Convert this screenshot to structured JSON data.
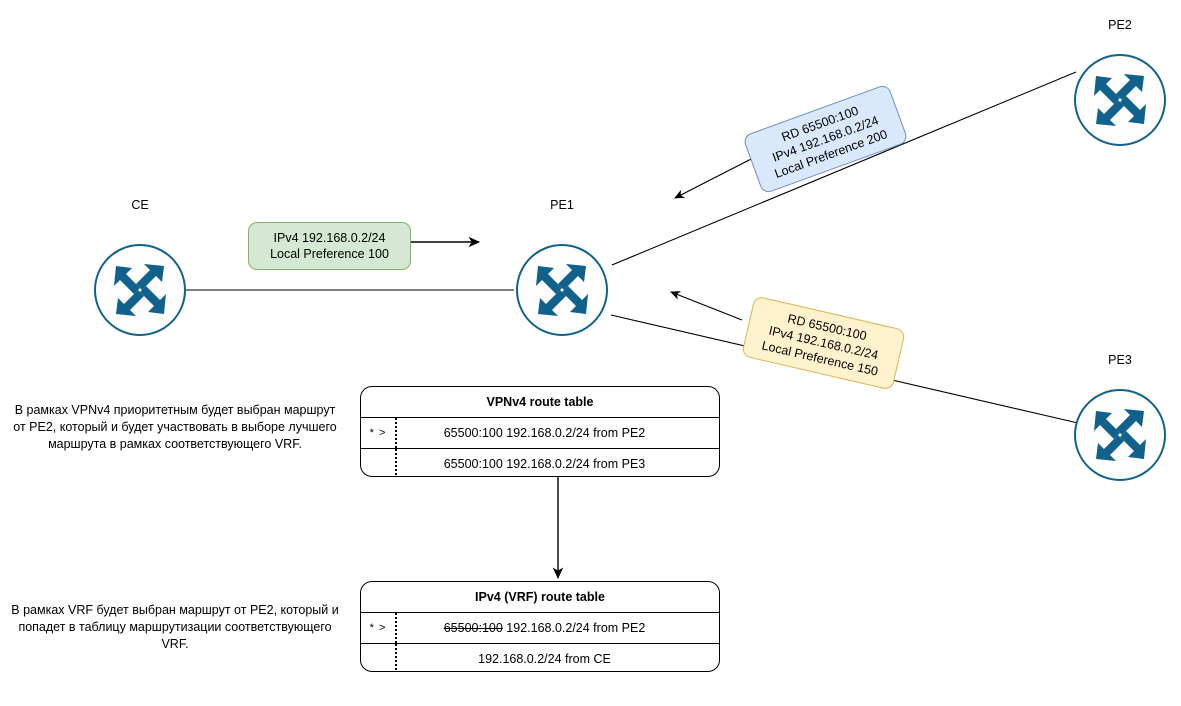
{
  "diagram": {
    "title": "MPLS L3VPN VPNv4 route selection diagram",
    "colors": {
      "router_stroke": "#10618b",
      "green_fill": "#d5e8d4",
      "green_stroke": "#82b366",
      "blue_fill": "#dae8fc",
      "blue_stroke": "#6c8ebf",
      "yellow_fill": "#fff2cc",
      "yellow_stroke": "#d6b656",
      "edge": "#000000"
    }
  },
  "nodes": [
    {
      "id": "ce",
      "label": "CE",
      "icon": "router-icon"
    },
    {
      "id": "pe1",
      "label": "PE1",
      "icon": "router-icon"
    },
    {
      "id": "pe2",
      "label": "PE2",
      "icon": "router-icon"
    },
    {
      "id": "pe3",
      "label": "PE3",
      "icon": "router-icon"
    }
  ],
  "callouts": {
    "ce_update": {
      "line1": "IPv4 192.168.0.2/24",
      "line2": "Local Preference 100"
    },
    "pe2_update": {
      "line1": "RD 65500:100",
      "line2": "IPv4 192.168.0.2/24",
      "line3": "Local Preference 200"
    },
    "pe3_update": {
      "line1": "RD 65500:100",
      "line2": "IPv4 192.168.0.2/24",
      "line3": "Local Preference 150"
    }
  },
  "tables": {
    "vpnv4": {
      "title": "VPNv4 route table",
      "rows": [
        {
          "mark": "* >",
          "text": "65500:100 192.168.0.2/24 from PE2",
          "strike_prefix": ""
        },
        {
          "mark": "",
          "text": "65500:100 192.168.0.2/24 from PE3",
          "strike_prefix": ""
        }
      ]
    },
    "vrf": {
      "title": "IPv4 (VRF) route table",
      "rows": [
        {
          "mark": "* >",
          "text": "192.168.0.2/24 from PE2",
          "strike_prefix": "65500:100"
        },
        {
          "mark": "",
          "text": "192.168.0.2/24 from CE",
          "strike_prefix": ""
        }
      ]
    }
  },
  "notes": {
    "vpnv4_note": "В рамках VPNv4 приоритетным будет выбран маршрут\nот PE2, который и будет участвовать в выборе лучшего\nмаршрута в рамках соответствующего VRF.",
    "vrf_note": "В рамках VRF  будет выбран маршрут от PE2, который и\nпопадет в таблицу маршрутизации соответствующего\nVRF."
  }
}
